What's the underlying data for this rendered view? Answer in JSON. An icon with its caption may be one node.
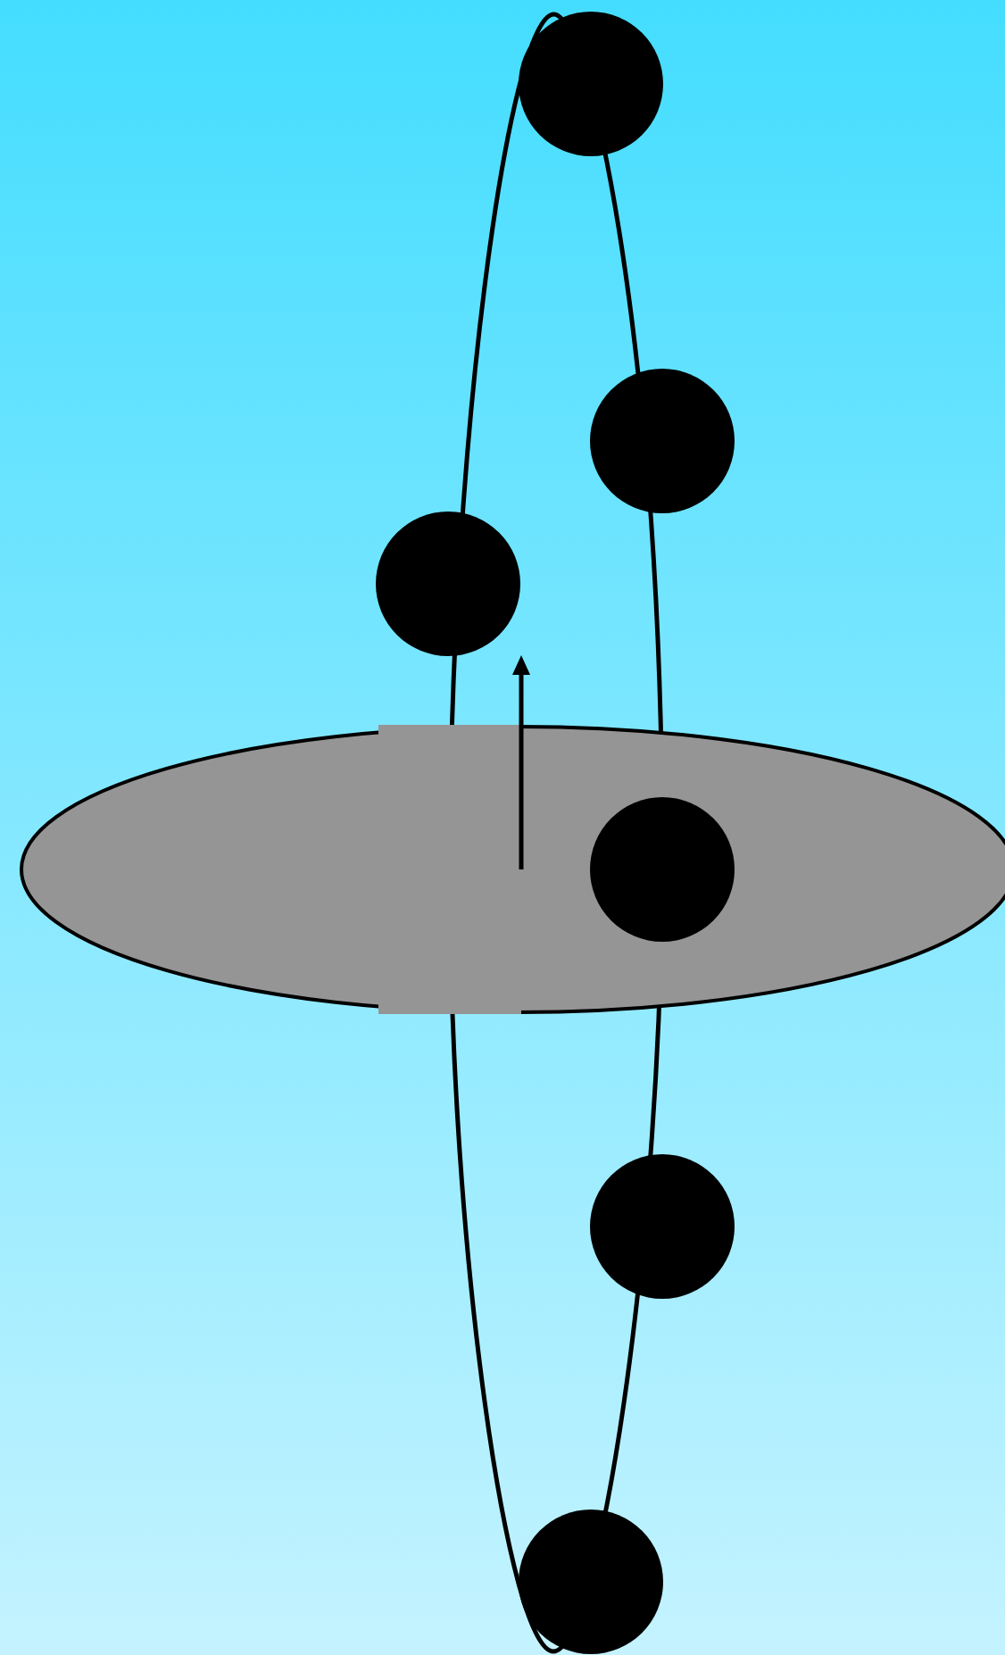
{
  "diagram": {
    "nodes": [
      {
        "text": [],
        "shape": "circle"
      },
      {
        "text": [],
        "shape": "circle"
      },
      {
        "text": [],
        "shape": "circle"
      },
      {
        "text": [],
        "shape": "ellipse"
      },
      {
        "text": [],
        "shape": "circle",
        "in": 3
      },
      {
        "text": [],
        "shape": "circle"
      },
      {
        "text": [],
        "shape": "circle"
      }
    ]
  }
}
